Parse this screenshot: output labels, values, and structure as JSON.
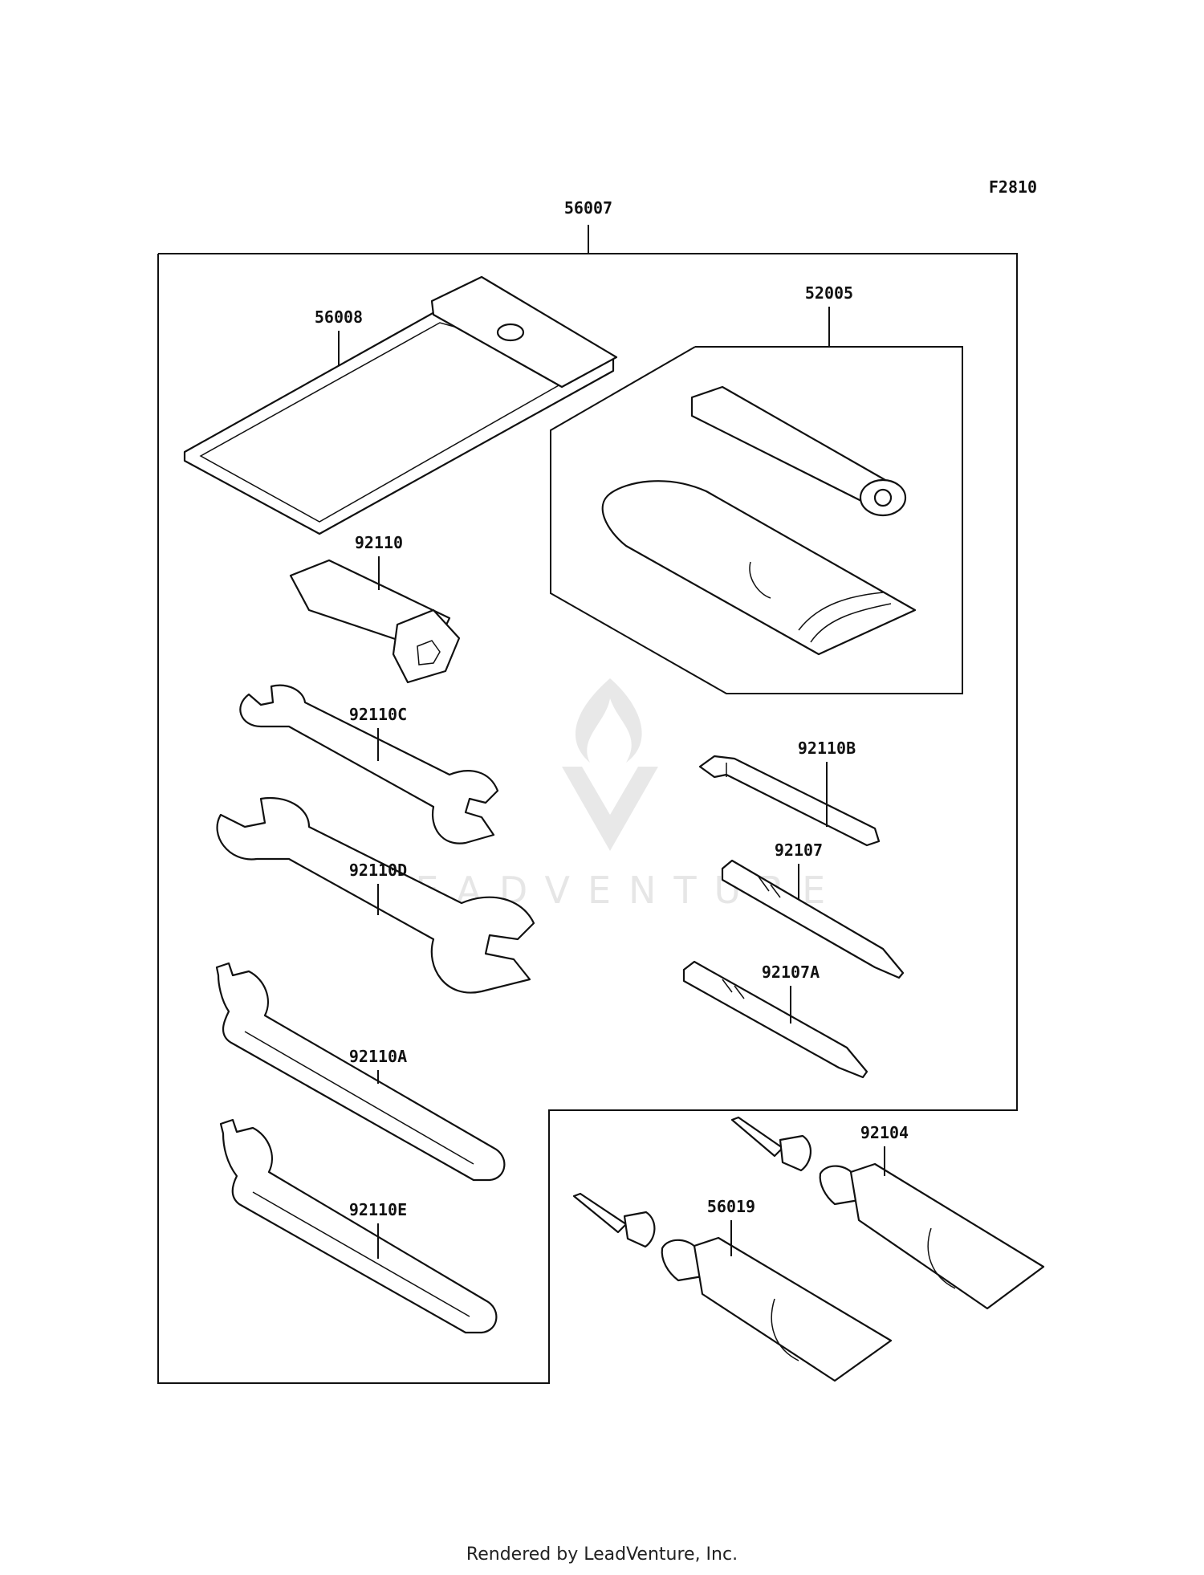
{
  "figure_code": "F2810",
  "parts": {
    "kit": "56007",
    "tool_bag": "56008",
    "pump_kit": "52005",
    "plug_wrench": "92110",
    "wrench_c": "92110C",
    "wrench_d": "92110D",
    "hook_wrench_a": "92110A",
    "hook_wrench_e": "92110E",
    "hex_key": "92110B",
    "screwdriver": "92107",
    "screwdriver_a": "92107A",
    "tube_92104": "92104",
    "tube_56019": "56019"
  },
  "watermark": "LEADVENTURE",
  "footer": "Rendered by LeadVenture, Inc."
}
